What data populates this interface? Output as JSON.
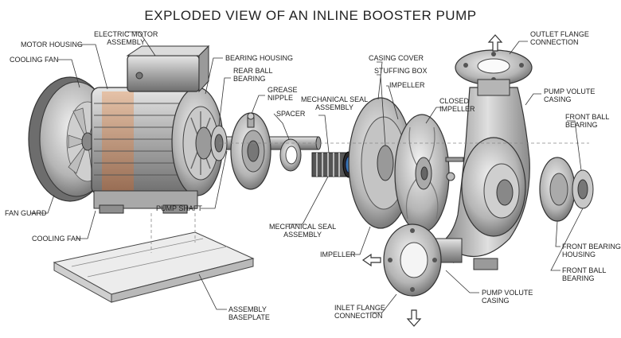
{
  "title": "EXPLODED VIEW OF AN INLINE BOOSTER PUMP",
  "labels": {
    "electric_motor_assembly": "ELECTRIC MOTOR\nASSEMBLY",
    "motor_housing": "MOTOR HOUSING",
    "cooling_fan_top": "COOLING FAN",
    "bearing_housing": "BEARING HOUSING",
    "rear_ball_bearing": "REAR BALL\nBEARING",
    "grease_nipple": "GREASE\nNIPPLE",
    "spacer": "SPACER",
    "mech_seal_top": "MECHANICAL SEAL\nASSEMBLY",
    "casing_cover": "CASING COVER",
    "stuffing_box": "STUFFING BOX",
    "impeller_top": "IMPELLER",
    "closed_impeller": "CLOSED\nIMPELLER",
    "outlet_flange": "OUTLET FLANGE\nCONNECTION",
    "pump_volute_top": "PUMP VOLUTE\nCASING",
    "front_ball_bearing_top": "FRONT BALL\nBEARING",
    "fan_guard": "FAN GUARD",
    "cooling_fan_bottom": "COOLING FAN",
    "pump_shaft": "PUMP SHAFT",
    "mech_seal_bottom": "MECHANICAL SEAL\nASSEMBLY",
    "impeller_bottom": "IMPELLER",
    "front_bearing_housing": "FRONT BEARING\nHOUSING",
    "front_ball_bearing_bottom": "FRONT BALL\nBEARING",
    "pump_volute_bottom": "PUMP VOLUTE\nCASING",
    "inlet_flange": "INLET FLANGE\nCONNECTION",
    "assembly_baseplate": "ASSEMBLY\nBASEPLATE"
  }
}
